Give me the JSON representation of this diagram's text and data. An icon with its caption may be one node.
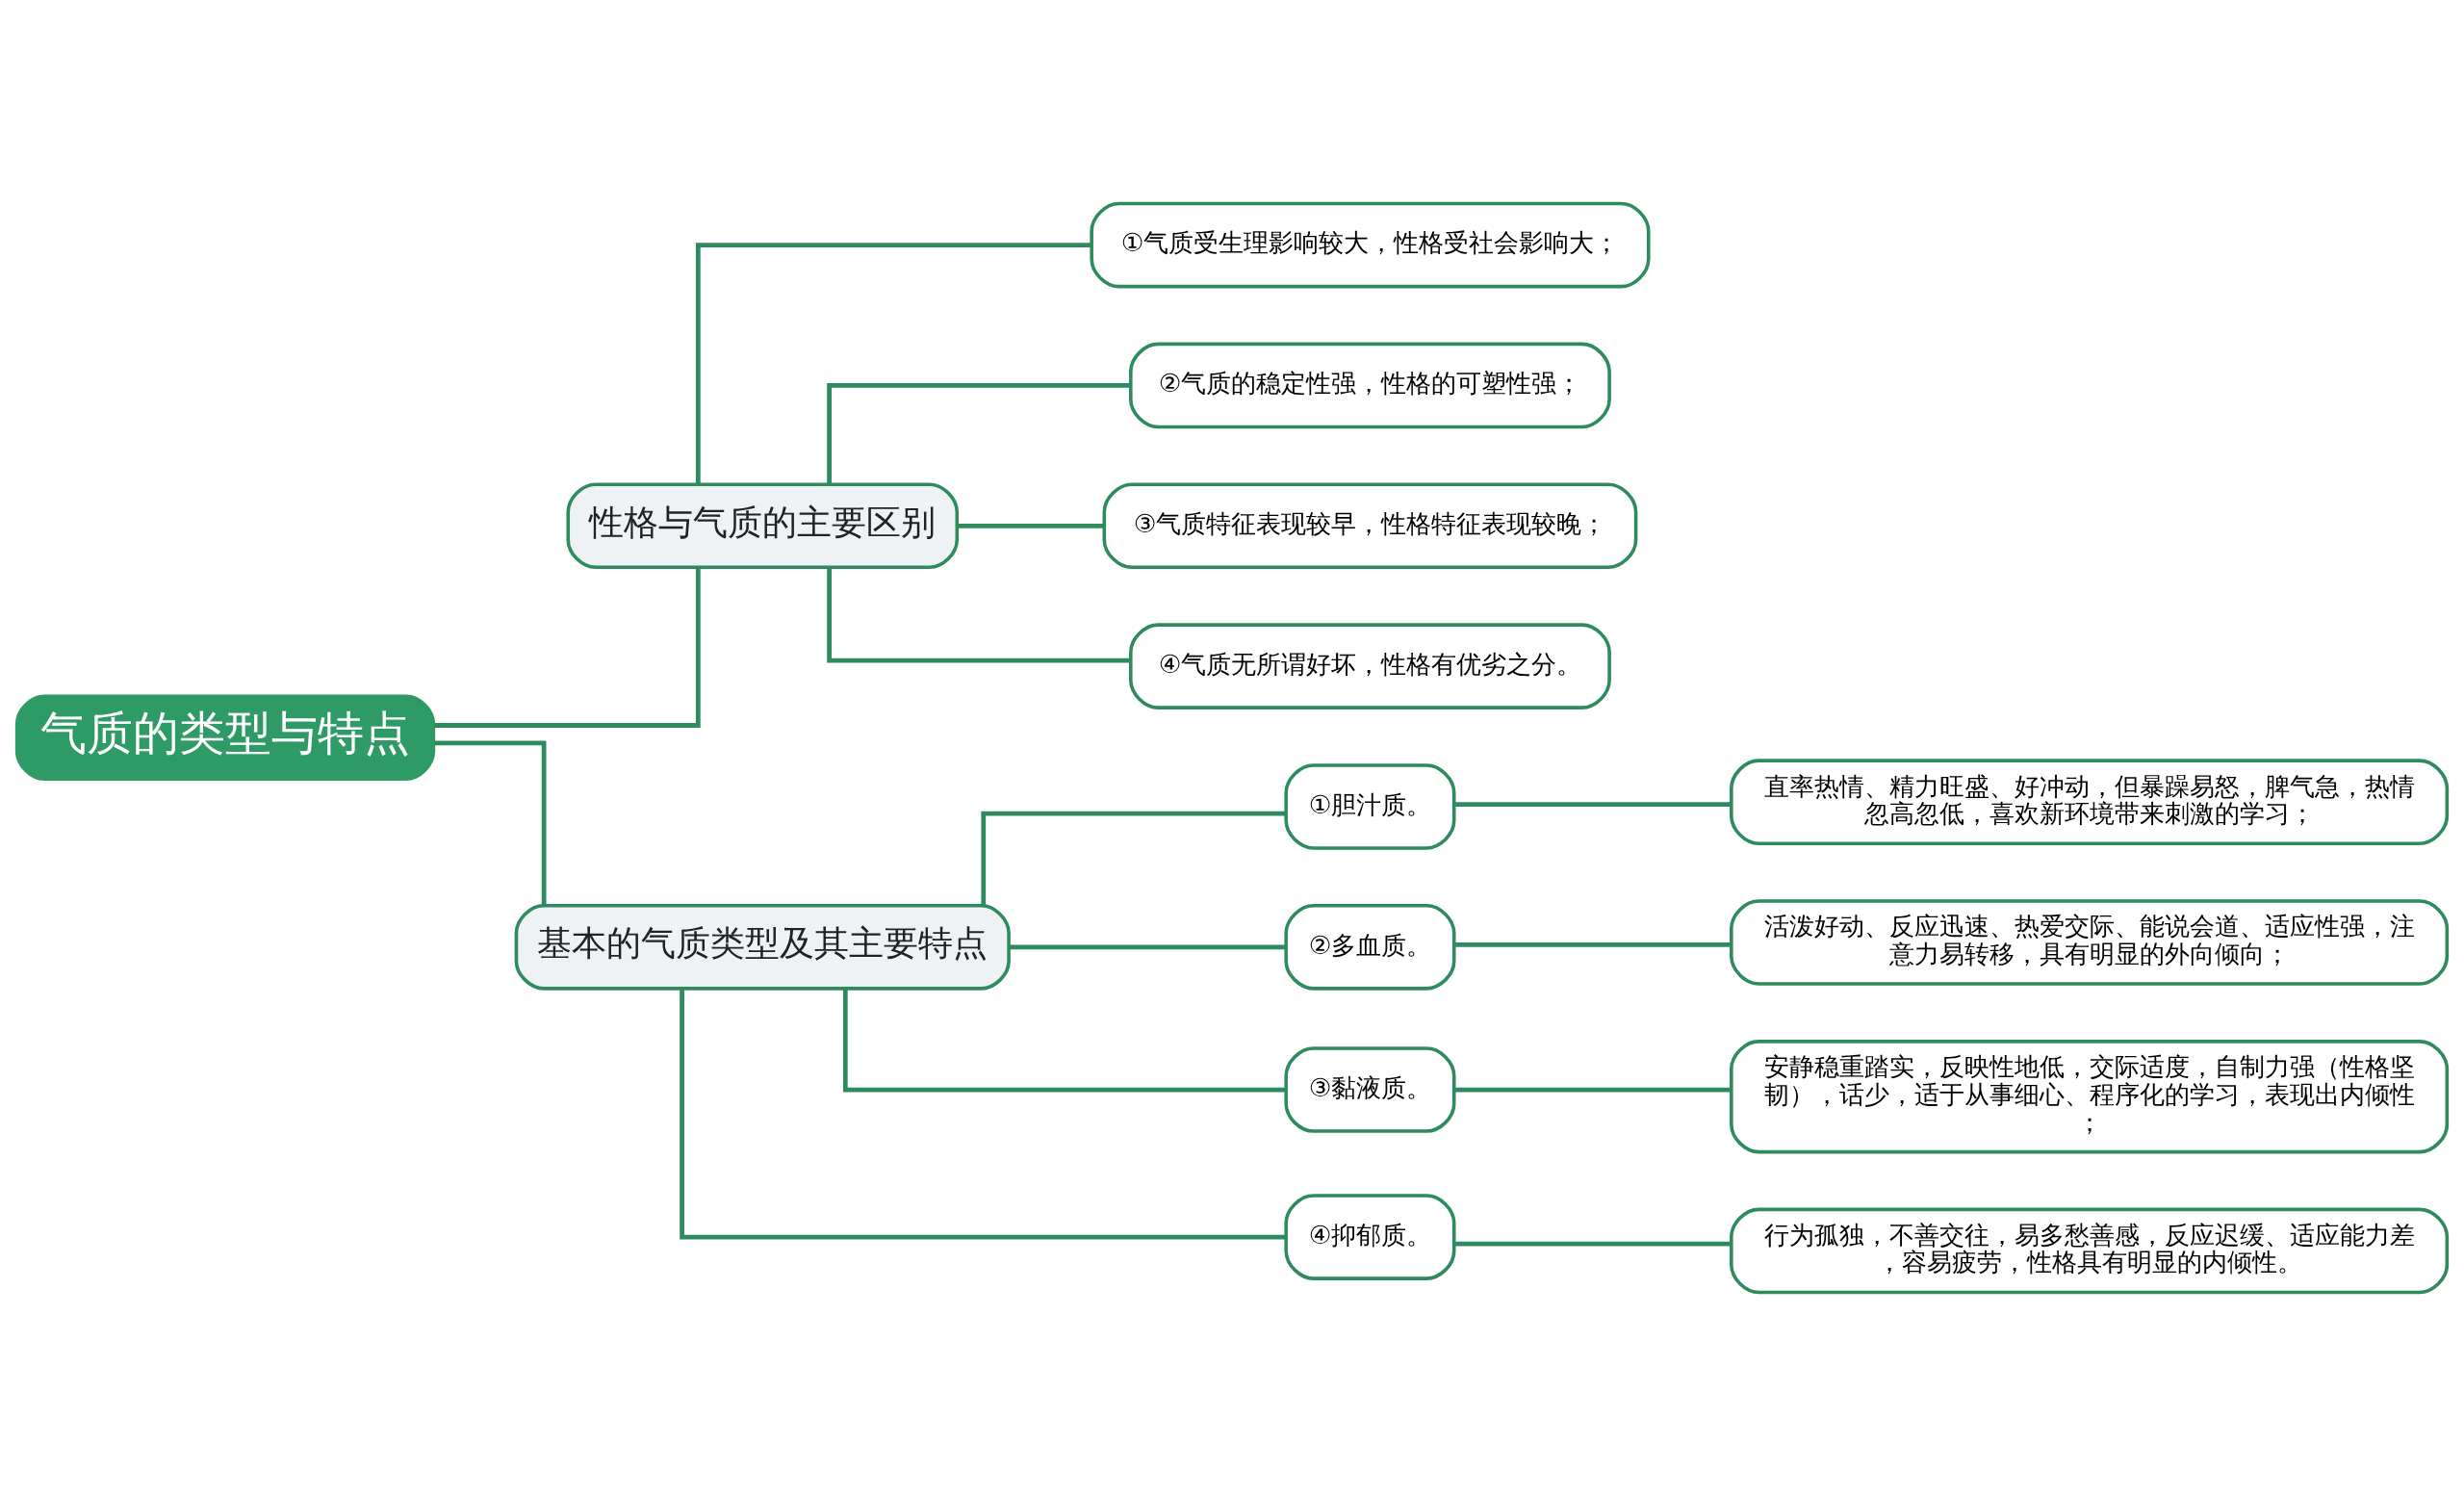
{
  "diagram": {
    "nodes": [
      {
        "text": [
          "气质的类型与特点"
        ]
      },
      {
        "text": [
          "性格与气质的主要区别"
        ]
      },
      {
        "text": [
          "①气质受生理影响较大，性格受社会影响大；"
        ]
      },
      {
        "text": [
          "②气质的稳定性强，性格的可塑性强；"
        ]
      },
      {
        "text": [
          "③气质特征表现较早，性格特征表现较晚；"
        ]
      },
      {
        "text": [
          "④气质无所谓好坏，性格有优劣之分。"
        ]
      },
      {
        "text": [
          "基本的气质类型及其主要特点"
        ]
      },
      {
        "text": [
          "①胆汁质。"
        ]
      },
      {
        "text": [
          "直率热情、精力旺盛、好冲动，但暴躁易怒，脾气急，热情忽高忽低，喜欢新环境带来刺激的学习；"
        ]
      },
      {
        "text": [
          "②多血质。"
        ]
      },
      {
        "text": [
          "活泼好动、反应迅速、热爱交际、能说会道、适应性强，注意力易转移，具有明显的外向倾向；"
        ]
      },
      {
        "text": [
          "③黏液质。"
        ]
      },
      {
        "text": [
          "安静稳重踏实，反映性地低，交际适度，自制力强（性格坚韧），话少，适于从事细心、程序化的学习，表现出内倾性；"
        ]
      },
      {
        "text": [
          "④抑郁质。"
        ]
      },
      {
        "text": [
          "行为孤独，不善交往，易多愁善感，反应迟缓、适应能力差，容易疲劳，性格具有明显的内倾性。"
        ]
      }
    ],
    "edges": [
      {
        "from": 0,
        "to": 1,
        "arrow": "none"
      },
      {
        "from": 1,
        "to": 2,
        "arrow": "none"
      },
      {
        "from": 1,
        "to": 3,
        "arrow": "none"
      },
      {
        "from": 1,
        "to": 4,
        "arrow": "none"
      },
      {
        "from": 1,
        "to": 5,
        "arrow": "none"
      },
      {
        "from": 0,
        "to": 6,
        "arrow": "none"
      },
      {
        "from": 6,
        "to": 7,
        "arrow": "none"
      },
      {
        "from": 7,
        "to": 8,
        "arrow": "none"
      },
      {
        "from": 6,
        "to": 9,
        "arrow": "none"
      },
      {
        "from": 9,
        "to": 10,
        "arrow": "none"
      },
      {
        "from": 6,
        "to": 11,
        "arrow": "none"
      },
      {
        "from": 11,
        "to": 12,
        "arrow": "none"
      },
      {
        "from": 6,
        "to": 13,
        "arrow": "none"
      },
      {
        "from": 13,
        "to": 14,
        "arrow": "none"
      }
    ]
  }
}
